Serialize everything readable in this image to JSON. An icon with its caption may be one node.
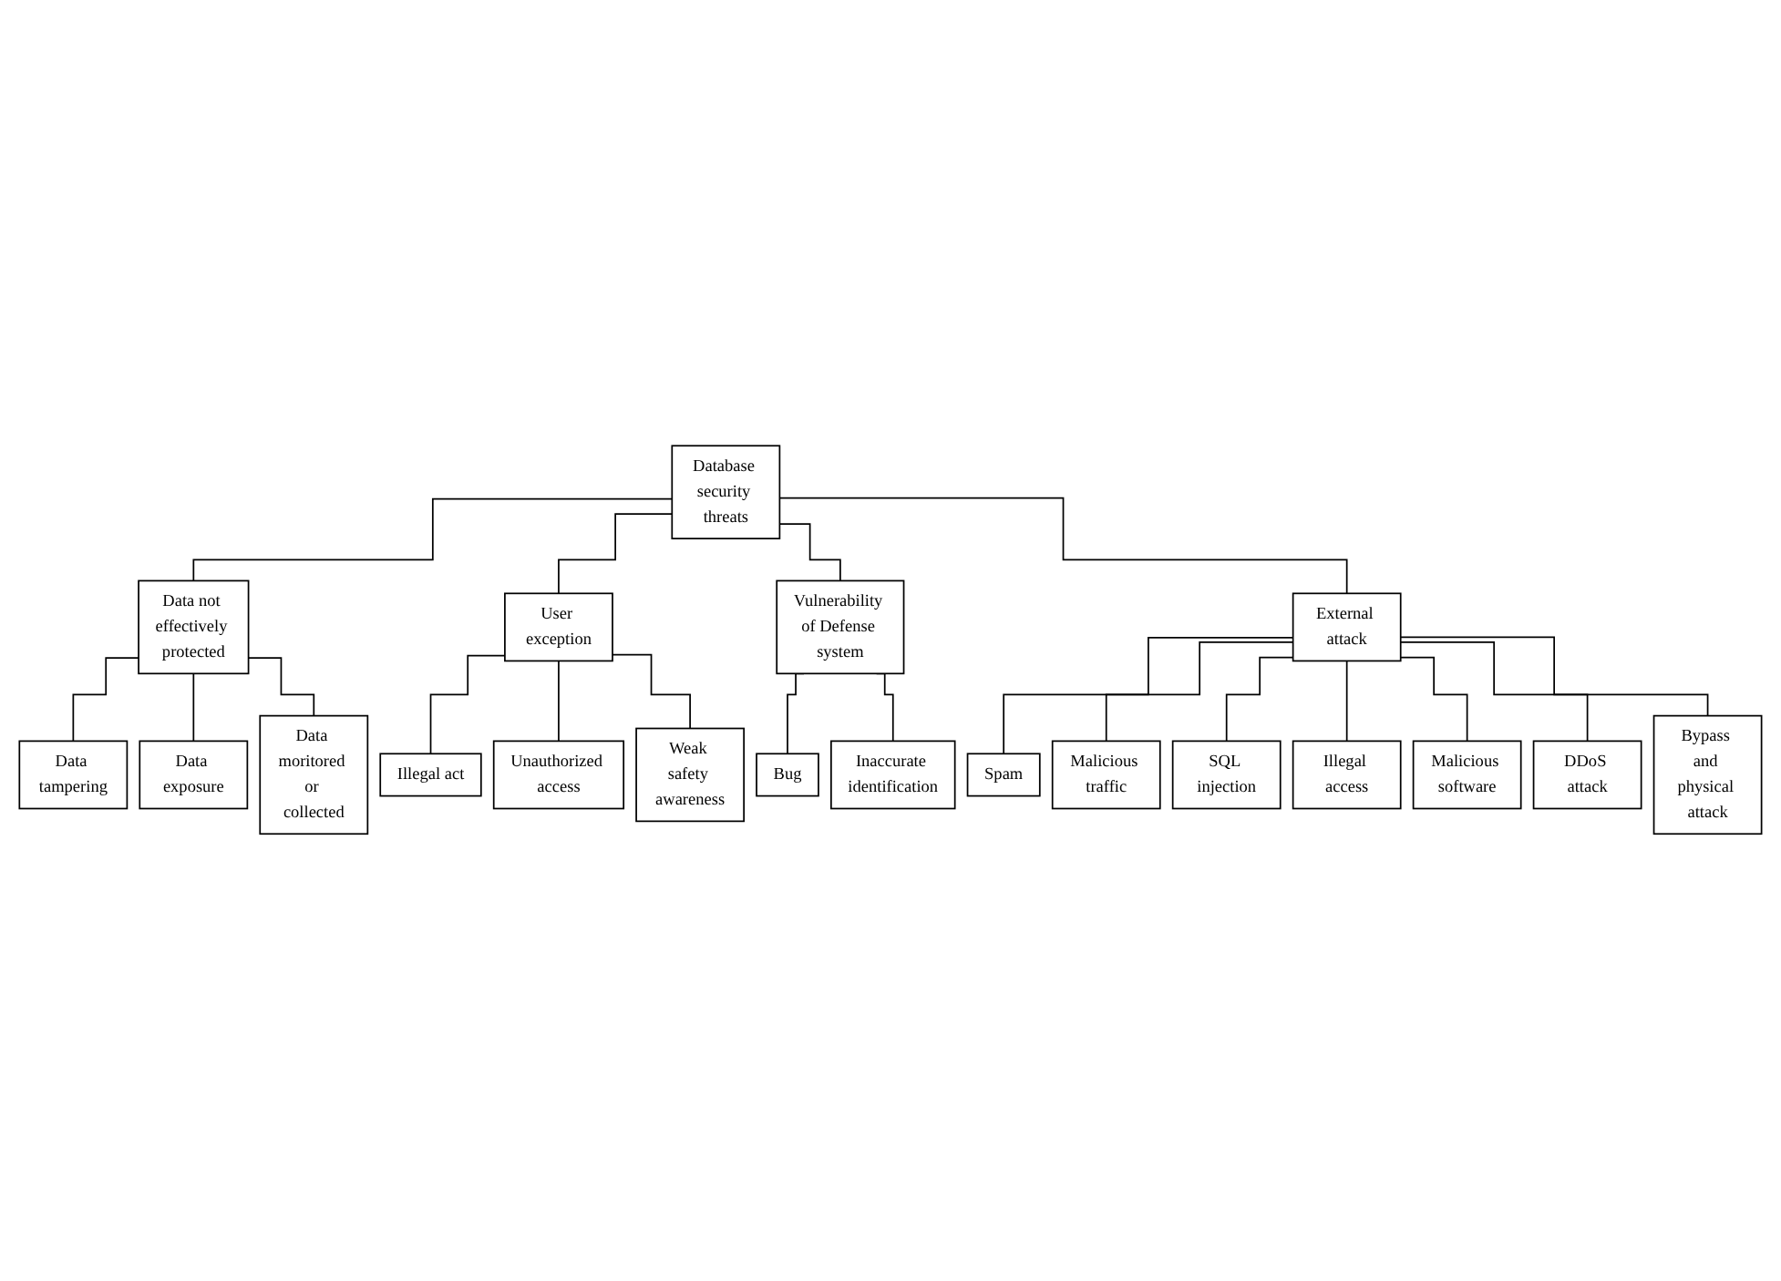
{
  "diagram": {
    "nodes": [
      {
        "text": [
          "Database security threats"
        ]
      },
      {
        "text": [
          "Data not effectively protected"
        ]
      },
      {
        "text": [
          "User exception"
        ]
      },
      {
        "text": [
          "Vulnerability of Defense system"
        ]
      },
      {
        "text": [
          "External attack"
        ]
      },
      {
        "text": [
          "Data tampering"
        ]
      },
      {
        "text": [
          "Data exposure"
        ]
      },
      {
        "text": [
          "Data moritored or collected"
        ]
      },
      {
        "text": [
          "Illegal act"
        ]
      },
      {
        "text": [
          "Unauthorized access"
        ]
      },
      {
        "text": [
          "Weak safety awareness"
        ]
      },
      {
        "text": [
          "Bug"
        ]
      },
      {
        "text": [
          "Inaccurate identification"
        ]
      },
      {
        "text": [
          "Spam"
        ]
      },
      {
        "text": [
          "Malicious traffic"
        ]
      },
      {
        "text": [
          "SQL injection"
        ]
      },
      {
        "text": [
          "Illegal access"
        ]
      },
      {
        "text": [
          "Malicious software"
        ]
      },
      {
        "text": [
          "DDoS attack"
        ]
      },
      {
        "text": [
          "Bypass and physical attack"
        ]
      }
    ],
    "edges": [
      {
        "from": 0,
        "to": 1,
        "arrow": "none"
      },
      {
        "from": 0,
        "to": 2,
        "arrow": "none"
      },
      {
        "from": 0,
        "to": 3,
        "arrow": "none"
      },
      {
        "from": 0,
        "to": 4,
        "arrow": "none"
      },
      {
        "from": 1,
        "to": 5,
        "arrow": "none"
      },
      {
        "from": 1,
        "to": 6,
        "arrow": "none"
      },
      {
        "from": 1,
        "to": 7,
        "arrow": "none"
      },
      {
        "from": 2,
        "to": 8,
        "arrow": "none"
      },
      {
        "from": 2,
        "to": 9,
        "arrow": "none"
      },
      {
        "from": 2,
        "to": 10,
        "arrow": "none"
      },
      {
        "from": 3,
        "to": 11,
        "arrow": "none"
      },
      {
        "from": 3,
        "to": 12,
        "arrow": "none"
      },
      {
        "from": 4,
        "to": 13,
        "arrow": "none"
      },
      {
        "from": 4,
        "to": 14,
        "arrow": "none"
      },
      {
        "from": 4,
        "to": 15,
        "arrow": "none"
      },
      {
        "from": 4,
        "to": 16,
        "arrow": "none"
      },
      {
        "from": 4,
        "to": 17,
        "arrow": "none"
      },
      {
        "from": 4,
        "to": 18,
        "arrow": "none"
      },
      {
        "from": 4,
        "to": 19,
        "arrow": "none"
      }
    ]
  }
}
